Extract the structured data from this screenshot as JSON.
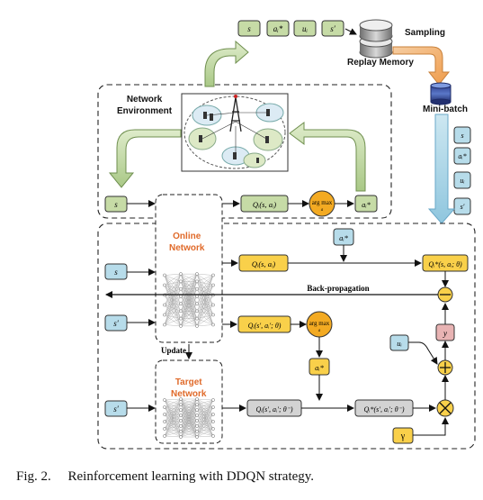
{
  "caption": "Fig. 2.  Reinforcement learning with DDQN strategy.",
  "labels": {
    "network_environment": "Network\nEnvironment",
    "replay_memory": "Replay Memory",
    "sampling": "Sampling",
    "mini_batch": "Mini-batch",
    "online_network": "Online\nNetwork",
    "target_network": "Target\nNetwork",
    "update": "Update",
    "back_propagation": "Back-propagation",
    "arg_max": "arg max",
    "a_sub": "a"
  },
  "tuple_top": [
    "s",
    "aᵢ*",
    "uᵢ",
    "s′"
  ],
  "mini_batch_items": [
    "s",
    "aᵢ*",
    "uᵢ",
    "s′"
  ],
  "symbols": {
    "s": "s",
    "s_prime": "s′",
    "a_star": "aᵢ*",
    "u": "uᵢ",
    "y": "y",
    "gamma": "γ",
    "Q_env": "Qᵢ(s, aᵢ)",
    "Q_online": "Qᵢ(s, aᵢ)",
    "Q_online_target": "Qᵢ*(s, aᵢ; θ)",
    "Q_online_next": "Qᵢ(s′, aᵢ′; θ)",
    "Q_target_next": "Qᵢ(s′, aᵢ′; θ⁻)",
    "Q_target_star": "Qᵢ*(s′, aᵢ′; θ⁻)"
  },
  "colors": {
    "green_fill": "#c6dba6",
    "blue_fill": "#b7dcea",
    "yellow_fill": "#f9d04a",
    "orange_fill": "#f3aa22",
    "gray_fill": "#d3d3d3",
    "pink_fill": "#e8b3b3",
    "network_label": "#e06a2a"
  }
}
